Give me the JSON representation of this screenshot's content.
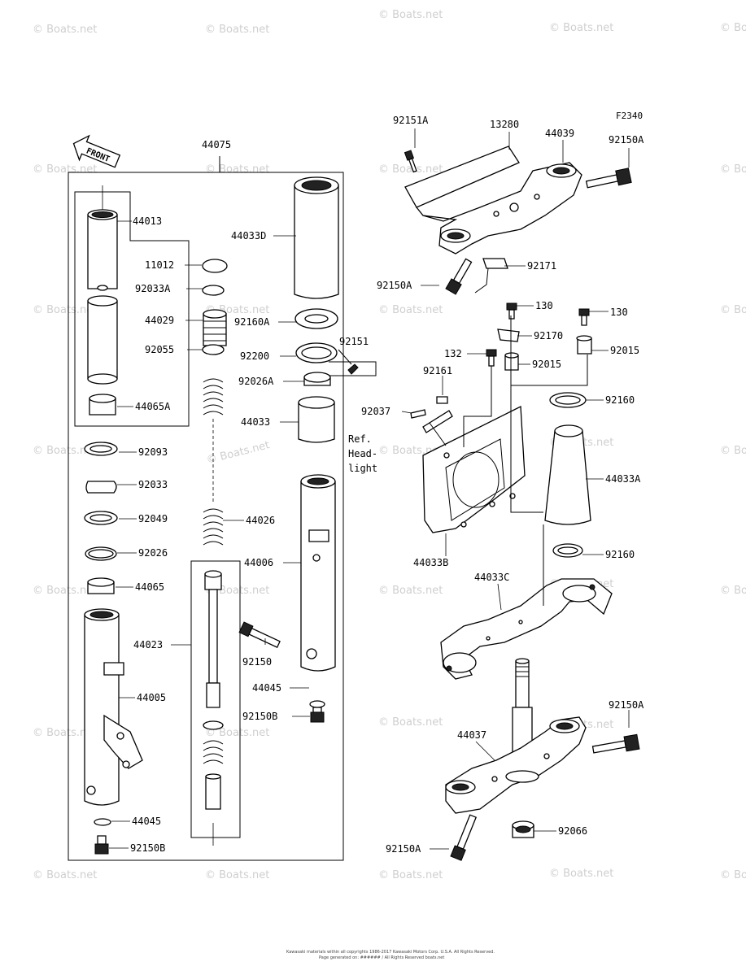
{
  "figure_code": "F2340",
  "front_label": "FRONT",
  "watermark": "© Boats.net",
  "ref_note": [
    "Ref.",
    "Head-",
    "light"
  ],
  "footer": [
    "Kawasaki materials within all copyrights 1986-2017 Kawasaki Motors Corp. U.S.A. All Rights Reserved.",
    "Page generated on: ###### / All Rights Reserved boats.net"
  ],
  "callouts": [
    {
      "id": "44075",
      "text": "44075"
    },
    {
      "id": "44013",
      "text": "44013"
    },
    {
      "id": "44033D",
      "text": "44033D"
    },
    {
      "id": "11012",
      "text": "11012"
    },
    {
      "id": "92033A",
      "text": "92033A"
    },
    {
      "id": "44029",
      "text": "44029"
    },
    {
      "id": "92160A",
      "text": "92160A"
    },
    {
      "id": "92055",
      "text": "92055"
    },
    {
      "id": "92200",
      "text": "92200"
    },
    {
      "id": "92151",
      "text": "92151"
    },
    {
      "id": "92026A",
      "text": "92026A"
    },
    {
      "id": "44065A",
      "text": "44065A"
    },
    {
      "id": "44033",
      "text": "44033"
    },
    {
      "id": "92093",
      "text": "92093"
    },
    {
      "id": "92033",
      "text": "92033"
    },
    {
      "id": "92049",
      "text": "92049"
    },
    {
      "id": "44026",
      "text": "44026"
    },
    {
      "id": "92026",
      "text": "92026"
    },
    {
      "id": "44006",
      "text": "44006"
    },
    {
      "id": "44065",
      "text": "44065"
    },
    {
      "id": "44023",
      "text": "44023"
    },
    {
      "id": "92150",
      "text": "92150"
    },
    {
      "id": "44005",
      "text": "44005"
    },
    {
      "id": "44045-a",
      "text": "44045"
    },
    {
      "id": "92150B-a",
      "text": "92150B"
    },
    {
      "id": "44045-b",
      "text": "44045"
    },
    {
      "id": "92150B-b",
      "text": "92150B"
    },
    {
      "id": "92151A",
      "text": "92151A"
    },
    {
      "id": "13280",
      "text": "13280"
    },
    {
      "id": "44039",
      "text": "44039"
    },
    {
      "id": "92150A-a",
      "text": "92150A"
    },
    {
      "id": "92171",
      "text": "92171"
    },
    {
      "id": "92150A-b",
      "text": "92150A"
    },
    {
      "id": "130-a",
      "text": "130"
    },
    {
      "id": "130-b",
      "text": "130"
    },
    {
      "id": "92170",
      "text": "92170"
    },
    {
      "id": "132",
      "text": "132"
    },
    {
      "id": "92015-a",
      "text": "92015"
    },
    {
      "id": "92015-b",
      "text": "92015"
    },
    {
      "id": "92161",
      "text": "92161"
    },
    {
      "id": "92160-a",
      "text": "92160"
    },
    {
      "id": "92037",
      "text": "92037"
    },
    {
      "id": "44033A",
      "text": "44033A"
    },
    {
      "id": "44033B",
      "text": "44033B"
    },
    {
      "id": "92160-b",
      "text": "92160"
    },
    {
      "id": "44033C",
      "text": "44033C"
    },
    {
      "id": "92150A-c",
      "text": "92150A"
    },
    {
      "id": "44037",
      "text": "44037"
    },
    {
      "id": "92066",
      "text": "92066"
    },
    {
      "id": "92150A-d",
      "text": "92150A"
    }
  ]
}
